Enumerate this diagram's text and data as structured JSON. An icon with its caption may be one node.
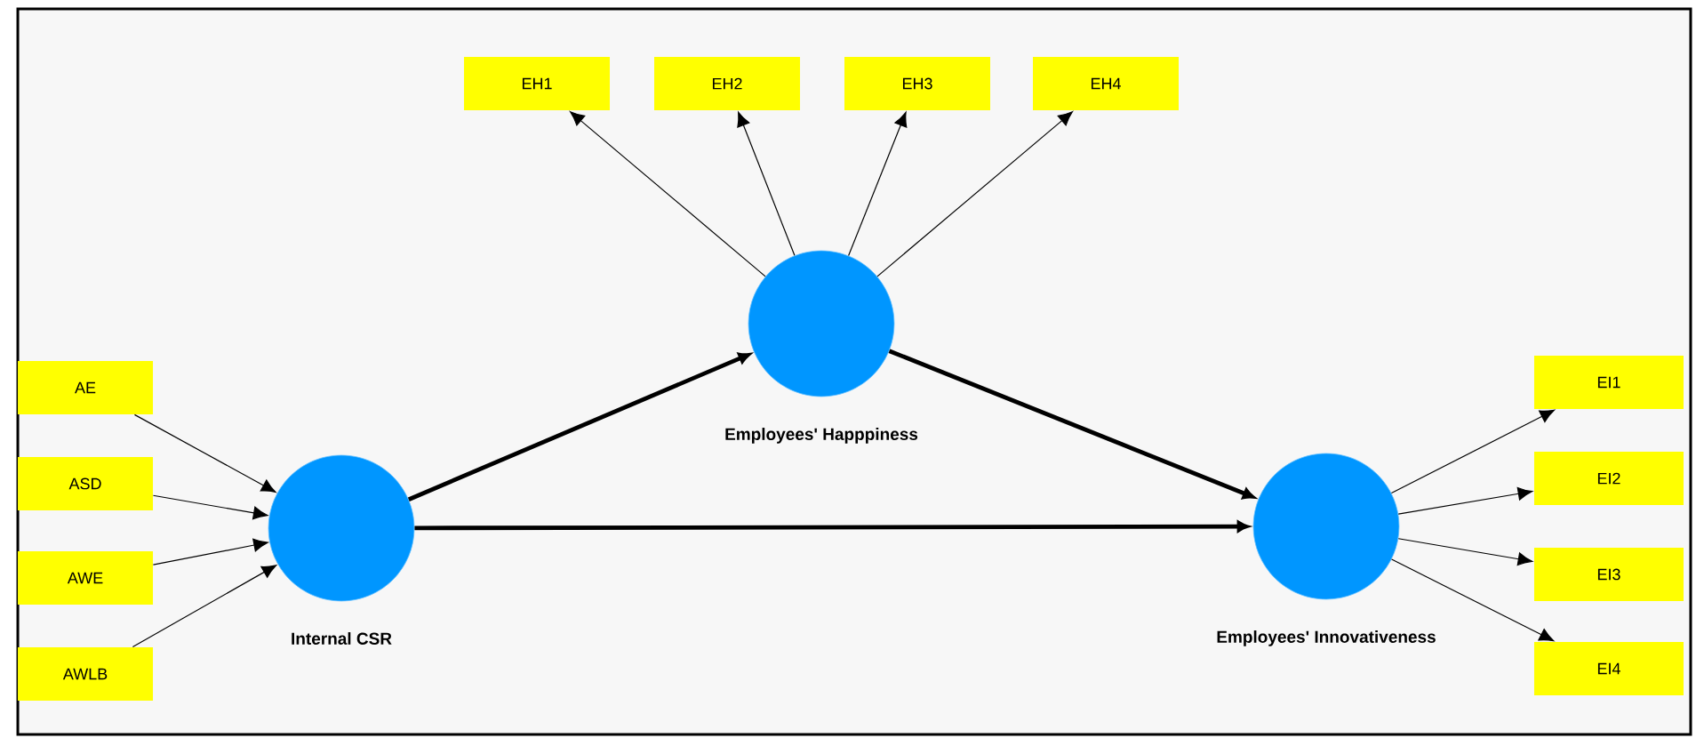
{
  "diagram": {
    "nodes": [
      {
        "text": [
          "EH1"
        ]
      },
      {
        "text": [
          "EH2"
        ]
      },
      {
        "text": [
          "EH3"
        ]
      },
      {
        "text": [
          "EH4"
        ]
      },
      {
        "text": [
          "AE"
        ]
      },
      {
        "text": [
          "ASD"
        ]
      },
      {
        "text": [
          "AWE"
        ]
      },
      {
        "text": [
          "AWLB"
        ]
      },
      {
        "text": [
          "Internal CSR"
        ]
      },
      {
        "text": [
          "Employees' Happpiness"
        ]
      },
      {
        "text": [
          "Employees' Innovativeness"
        ]
      },
      {
        "text": [
          "EI1"
        ]
      },
      {
        "text": [
          "EI2"
        ]
      },
      {
        "text": [
          "EI3"
        ]
      },
      {
        "text": [
          "EI4"
        ]
      }
    ],
    "edges": [
      {
        "from": 9,
        "to": 0,
        "arrow": "to"
      },
      {
        "from": 9,
        "to": 1,
        "arrow": "to"
      },
      {
        "from": 9,
        "to": 2,
        "arrow": "to"
      },
      {
        "from": 9,
        "to": 3,
        "arrow": "to"
      },
      {
        "from": 4,
        "to": 8,
        "arrow": "to"
      },
      {
        "from": 5,
        "to": 8,
        "arrow": "to"
      },
      {
        "from": 6,
        "to": 8,
        "arrow": "to"
      },
      {
        "from": 7,
        "to": 8,
        "arrow": "to"
      },
      {
        "from": 8,
        "to": 9,
        "arrow": "to",
        "style": "thick"
      },
      {
        "from": 8,
        "to": 10,
        "arrow": "to",
        "style": "thick"
      },
      {
        "from": 9,
        "to": 10,
        "arrow": "to",
        "style": "thick"
      },
      {
        "from": 10,
        "to": 11,
        "arrow": "to"
      },
      {
        "from": 10,
        "to": 12,
        "arrow": "to"
      },
      {
        "from": 10,
        "to": 13,
        "arrow": "to"
      },
      {
        "from": 10,
        "to": 14,
        "arrow": "to"
      }
    ]
  }
}
